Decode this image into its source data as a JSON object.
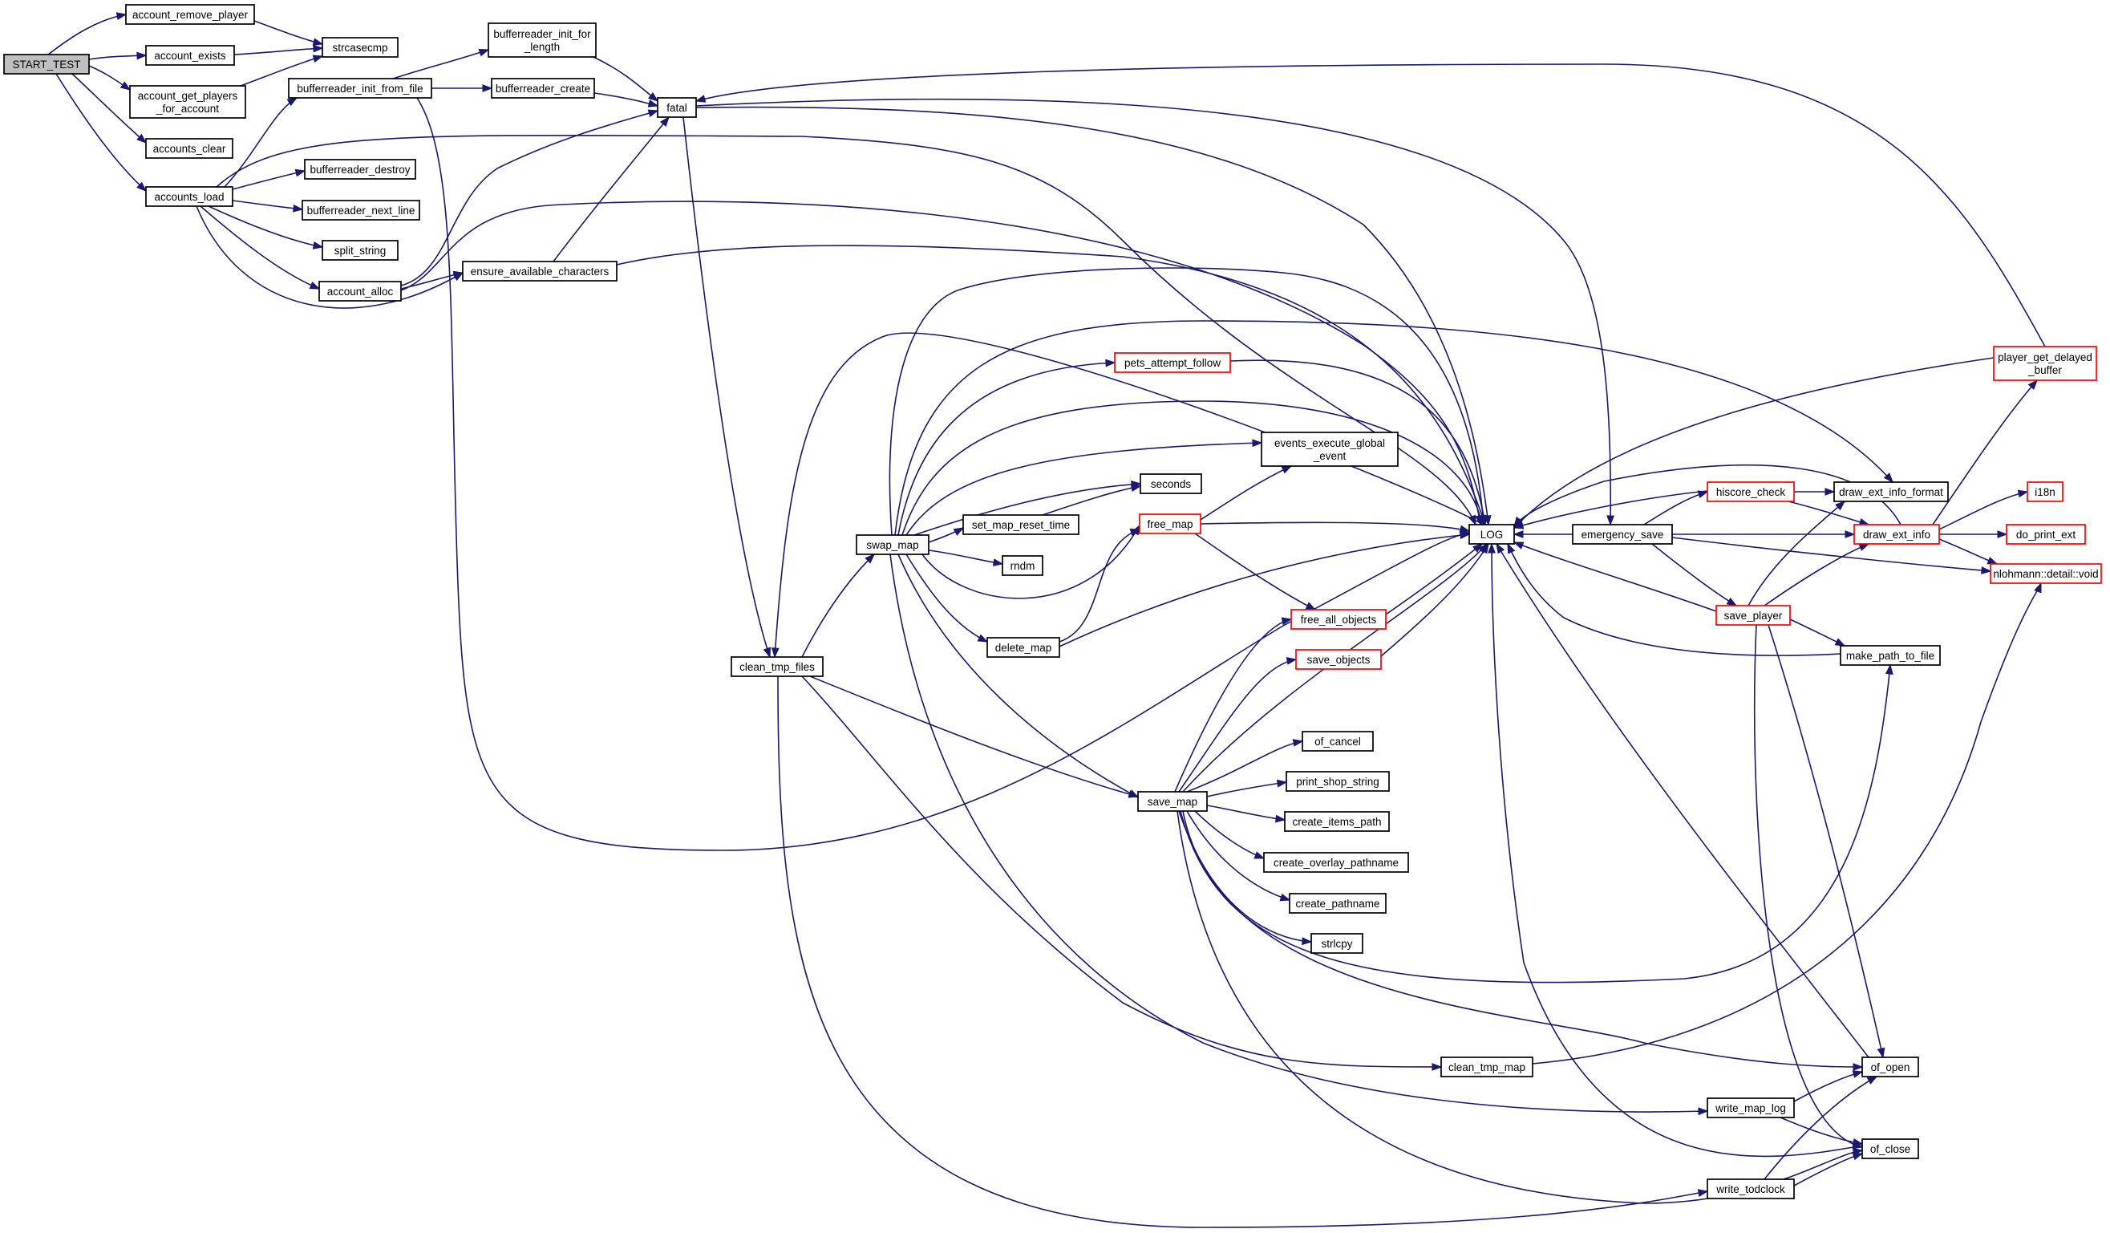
{
  "graph": {
    "colors": {
      "edge": "#191970",
      "root_fill": "#bfbfbf",
      "node_fill": "#ffffff",
      "normal_border": "#000000",
      "truncated_border": "#ff0000"
    },
    "nodes": {
      "start_test": {
        "lines": [
          "START_TEST"
        ],
        "root": true
      },
      "account_remove_player": {
        "lines": [
          "account_remove_player"
        ]
      },
      "account_exists": {
        "lines": [
          "account_exists"
        ]
      },
      "account_get_players": {
        "lines": [
          "account_get_players",
          "_for_account"
        ]
      },
      "accounts_clear": {
        "lines": [
          "accounts_clear"
        ]
      },
      "accounts_load": {
        "lines": [
          "accounts_load"
        ]
      },
      "strcasecmp": {
        "lines": [
          "strcasecmp"
        ]
      },
      "bufferreader_init_from_file": {
        "lines": [
          "bufferreader_init_from_file"
        ]
      },
      "bufferreader_destroy": {
        "lines": [
          "bufferreader_destroy"
        ]
      },
      "bufferreader_next_line": {
        "lines": [
          "bufferreader_next_line"
        ]
      },
      "split_string": {
        "lines": [
          "split_string"
        ]
      },
      "account_alloc": {
        "lines": [
          "account_alloc"
        ]
      },
      "ensure_available_characters": {
        "lines": [
          "ensure_available_characters"
        ]
      },
      "bufferreader_init_for_length": {
        "lines": [
          "bufferreader_init_for",
          "_length"
        ]
      },
      "bufferreader_create": {
        "lines": [
          "bufferreader_create"
        ]
      },
      "fatal": {
        "lines": [
          "fatal"
        ]
      },
      "clean_tmp_files": {
        "lines": [
          "clean_tmp_files"
        ]
      },
      "swap_map": {
        "lines": [
          "swap_map"
        ]
      },
      "pets_attempt_follow": {
        "lines": [
          "pets_attempt_follow"
        ],
        "truncated": true
      },
      "events_execute_global_event": {
        "lines": [
          "events_execute_global",
          "_event"
        ]
      },
      "seconds": {
        "lines": [
          "seconds"
        ]
      },
      "set_map_reset_time": {
        "lines": [
          "set_map_reset_time"
        ]
      },
      "free_map": {
        "lines": [
          "free_map"
        ],
        "truncated": true
      },
      "rndm": {
        "lines": [
          "rndm"
        ]
      },
      "delete_map": {
        "lines": [
          "delete_map"
        ]
      },
      "free_all_objects": {
        "lines": [
          "free_all_objects"
        ],
        "truncated": true
      },
      "save_objects": {
        "lines": [
          "save_objects"
        ],
        "truncated": true
      },
      "save_map": {
        "lines": [
          "save_map"
        ]
      },
      "of_cancel": {
        "lines": [
          "of_cancel"
        ]
      },
      "print_shop_string": {
        "lines": [
          "print_shop_string"
        ]
      },
      "create_items_path": {
        "lines": [
          "create_items_path"
        ]
      },
      "create_overlay_pathname": {
        "lines": [
          "create_overlay_pathname"
        ]
      },
      "create_pathname": {
        "lines": [
          "create_pathname"
        ]
      },
      "strlcpy": {
        "lines": [
          "strlcpy"
        ]
      },
      "log": {
        "lines": [
          "LOG"
        ]
      },
      "emergency_save": {
        "lines": [
          "emergency_save"
        ]
      },
      "hiscore_check": {
        "lines": [
          "hiscore_check"
        ],
        "truncated": true
      },
      "draw_ext_info_format": {
        "lines": [
          "draw_ext_info_format"
        ]
      },
      "draw_ext_info": {
        "lines": [
          "draw_ext_info"
        ],
        "truncated": true
      },
      "save_player": {
        "lines": [
          "save_player"
        ],
        "truncated": true
      },
      "make_path_to_file": {
        "lines": [
          "make_path_to_file"
        ]
      },
      "player_get_delayed_buffer": {
        "lines": [
          "player_get_delayed",
          "_buffer"
        ],
        "truncated": true
      },
      "i18n": {
        "lines": [
          "i18n"
        ],
        "truncated": true
      },
      "do_print_ext": {
        "lines": [
          "do_print_ext"
        ],
        "truncated": true
      },
      "nlohmann_void": {
        "lines": [
          "nlohmann::detail::void"
        ],
        "truncated": true
      },
      "clean_tmp_map": {
        "lines": [
          "clean_tmp_map"
        ]
      },
      "of_open": {
        "lines": [
          "of_open"
        ]
      },
      "write_map_log": {
        "lines": [
          "write_map_log"
        ]
      },
      "of_close": {
        "lines": [
          "of_close"
        ]
      },
      "write_todclock": {
        "lines": [
          "write_todclock"
        ]
      }
    },
    "edges": [
      [
        "start_test",
        "account_remove_player"
      ],
      [
        "start_test",
        "account_exists"
      ],
      [
        "start_test",
        "account_get_players"
      ],
      [
        "start_test",
        "accounts_clear"
      ],
      [
        "start_test",
        "accounts_load"
      ],
      [
        "account_remove_player",
        "strcasecmp"
      ],
      [
        "account_exists",
        "strcasecmp"
      ],
      [
        "account_get_players",
        "strcasecmp"
      ],
      [
        "accounts_load",
        "bufferreader_init_from_file"
      ],
      [
        "accounts_load",
        "bufferreader_destroy"
      ],
      [
        "accounts_load",
        "bufferreader_next_line"
      ],
      [
        "accounts_load",
        "split_string"
      ],
      [
        "accounts_load",
        "account_alloc"
      ],
      [
        "accounts_load",
        "ensure_available_characters"
      ],
      [
        "accounts_load",
        "log"
      ],
      [
        "bufferreader_init_from_file",
        "bufferreader_init_for_length"
      ],
      [
        "bufferreader_init_from_file",
        "bufferreader_create"
      ],
      [
        "bufferreader_init_from_file",
        "log"
      ],
      [
        "bufferreader_init_for_length",
        "fatal"
      ],
      [
        "bufferreader_create",
        "fatal"
      ],
      [
        "account_alloc",
        "fatal"
      ],
      [
        "account_alloc",
        "ensure_available_characters"
      ],
      [
        "account_alloc",
        "log"
      ],
      [
        "ensure_available_characters",
        "fatal"
      ],
      [
        "ensure_available_characters",
        "log"
      ],
      [
        "fatal",
        "clean_tmp_files"
      ],
      [
        "fatal",
        "log"
      ],
      [
        "fatal",
        "emergency_save"
      ],
      [
        "clean_tmp_files",
        "swap_map"
      ],
      [
        "clean_tmp_files",
        "save_map"
      ],
      [
        "clean_tmp_files",
        "clean_tmp_map"
      ],
      [
        "clean_tmp_files",
        "write_todclock"
      ],
      [
        "swap_map",
        "clean_tmp_files"
      ],
      [
        "swap_map",
        "pets_attempt_follow"
      ],
      [
        "swap_map",
        "log"
      ],
      [
        "swap_map",
        "events_execute_global_event"
      ],
      [
        "swap_map",
        "seconds"
      ],
      [
        "swap_map",
        "set_map_reset_time"
      ],
      [
        "swap_map",
        "rndm"
      ],
      [
        "swap_map",
        "free_map"
      ],
      [
        "swap_map",
        "delete_map"
      ],
      [
        "swap_map",
        "save_map"
      ],
      [
        "swap_map",
        "draw_ext_info_format"
      ],
      [
        "swap_map",
        "write_map_log"
      ],
      [
        "pets_attempt_follow",
        "log"
      ],
      [
        "set_map_reset_time",
        "seconds"
      ],
      [
        "free_map",
        "events_execute_global_event"
      ],
      [
        "free_map",
        "log"
      ],
      [
        "free_map",
        "free_all_objects"
      ],
      [
        "delete_map",
        "free_map"
      ],
      [
        "delete_map",
        "log"
      ],
      [
        "free_all_objects",
        "log"
      ],
      [
        "save_objects",
        "log"
      ],
      [
        "save_map",
        "free_all_objects"
      ],
      [
        "save_map",
        "save_objects"
      ],
      [
        "save_map",
        "of_cancel"
      ],
      [
        "save_map",
        "print_shop_string"
      ],
      [
        "save_map",
        "create_items_path"
      ],
      [
        "save_map",
        "create_overlay_pathname"
      ],
      [
        "save_map",
        "create_pathname"
      ],
      [
        "save_map",
        "strlcpy"
      ],
      [
        "save_map",
        "log"
      ],
      [
        "save_map",
        "make_path_to_file"
      ],
      [
        "save_map",
        "of_open"
      ],
      [
        "save_map",
        "of_close"
      ],
      [
        "emergency_save",
        "log"
      ],
      [
        "emergency_save",
        "hiscore_check"
      ],
      [
        "emergency_save",
        "draw_ext_info"
      ],
      [
        "emergency_save",
        "save_player"
      ],
      [
        "emergency_save",
        "nlohmann_void"
      ],
      [
        "hiscore_check",
        "log"
      ],
      [
        "hiscore_check",
        "draw_ext_info_format"
      ],
      [
        "hiscore_check",
        "draw_ext_info"
      ],
      [
        "draw_ext_info",
        "log"
      ],
      [
        "draw_ext_info",
        "player_get_delayed_buffer"
      ],
      [
        "draw_ext_info",
        "i18n"
      ],
      [
        "draw_ext_info",
        "do_print_ext"
      ],
      [
        "draw_ext_info",
        "nlohmann_void"
      ],
      [
        "player_get_delayed_buffer",
        "fatal"
      ],
      [
        "player_get_delayed_buffer",
        "log"
      ],
      [
        "save_player",
        "log"
      ],
      [
        "save_player",
        "draw_ext_info_format"
      ],
      [
        "save_player",
        "draw_ext_info"
      ],
      [
        "save_player",
        "make_path_to_file"
      ],
      [
        "save_player",
        "of_open"
      ],
      [
        "save_player",
        "of_close"
      ],
      [
        "make_path_to_file",
        "log"
      ],
      [
        "clean_tmp_map",
        "nlohmann_void"
      ],
      [
        "of_open",
        "log"
      ],
      [
        "of_close",
        "log"
      ],
      [
        "write_map_log",
        "of_open"
      ],
      [
        "write_map_log",
        "of_close"
      ],
      [
        "write_todclock",
        "of_open"
      ],
      [
        "write_todclock",
        "of_close"
      ]
    ]
  }
}
